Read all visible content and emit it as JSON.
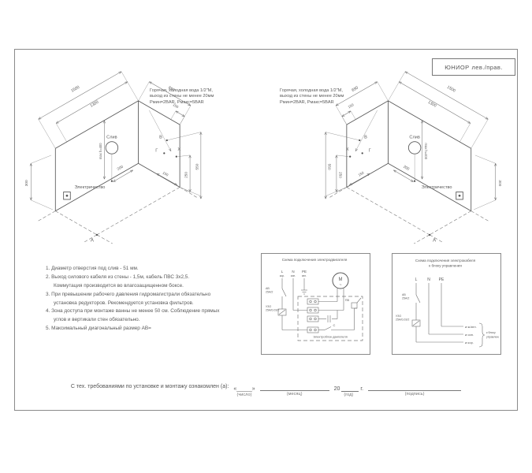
{
  "title_block": {
    "model": "ЮНИОР",
    "variant": "лев./прав."
  },
  "drawing": {
    "labels": {
      "drain": "Слив",
      "electricity": "Электричество",
      "max_h": "max h=400",
      "point_a": "А",
      "point_b": "В",
      "point_g": "Г",
      "point_x": "Х"
    },
    "dims": {
      "len_outer": "1500",
      "len_inner": "1300",
      "width": "690",
      "d150": "150",
      "d200": "200",
      "d250": "250",
      "d550": "550",
      "d300": "300"
    },
    "water_note": [
      "Горячая, холодная вода 1/2\"М,",
      "выход из стены не менее 20мм",
      "Рмин=2BAR, Рмакс=5BAR"
    ]
  },
  "notes": [
    "1. Диаметр отверстия под слив - 51 мм.",
    "2. Выход силового кабеля из стены - 1,5м, кабель ПВС 3х2,5.",
    "Коммутация производится во влагозащищенном боксе.",
    "3. При превышении рабочего давления гидромагистрали обязательно",
    "установка редукторов. Рекомендуется установка фильтров.",
    "4. Зона доступа при монтаже ванны не менее 50 см. Соблюдение прямых",
    "углов и вертикали стен обязательно.",
    "5. Максимальный диагональный размер АВ="
  ],
  "motor_diagram": {
    "title": "Схема подключения электродвигателя",
    "wire_l": "L",
    "wire_l_color": "кор.",
    "wire_n": "N",
    "wire_n_color": "син.",
    "wire_pe": "PE",
    "wire_pe_color": "зел.",
    "breaker_line1": "АВ",
    "breaker_line2": "25А/2",
    "rcd_line1": "УЗО",
    "rcd_line2": "25А/0,03/2",
    "motor": "М",
    "motor_tilde": "~",
    "capacitor": "С",
    "pv": "ПВ",
    "box_label": "Электроблок двигателя"
  },
  "cable_diagram": {
    "title_line1": "Схема подключения электрокабеля",
    "title_line2": "к блоку управления",
    "wire_l": "L",
    "wire_n": "N",
    "wire_pe": "PE",
    "breaker_line1": "АВ",
    "breaker_line2": "25А/2",
    "rcd_line1": "УЗО",
    "rcd_line2": "25А/0,03/2",
    "out_pe": "ø ж/зел.",
    "out_n": "ø син.",
    "out_l": "ø кор.",
    "bracket_line1": "к блоку",
    "bracket_line2": "управления"
  },
  "footer": {
    "ack": "С тех. требованиями по установке и монтажу ознакомлен (а):",
    "date_quote": "«_____»",
    "year": "20",
    "year_suffix": "г.",
    "sub_day": "(число)",
    "sub_month": "(месяц)",
    "sub_year": "(год)",
    "sub_sign": "(подпись)"
  }
}
